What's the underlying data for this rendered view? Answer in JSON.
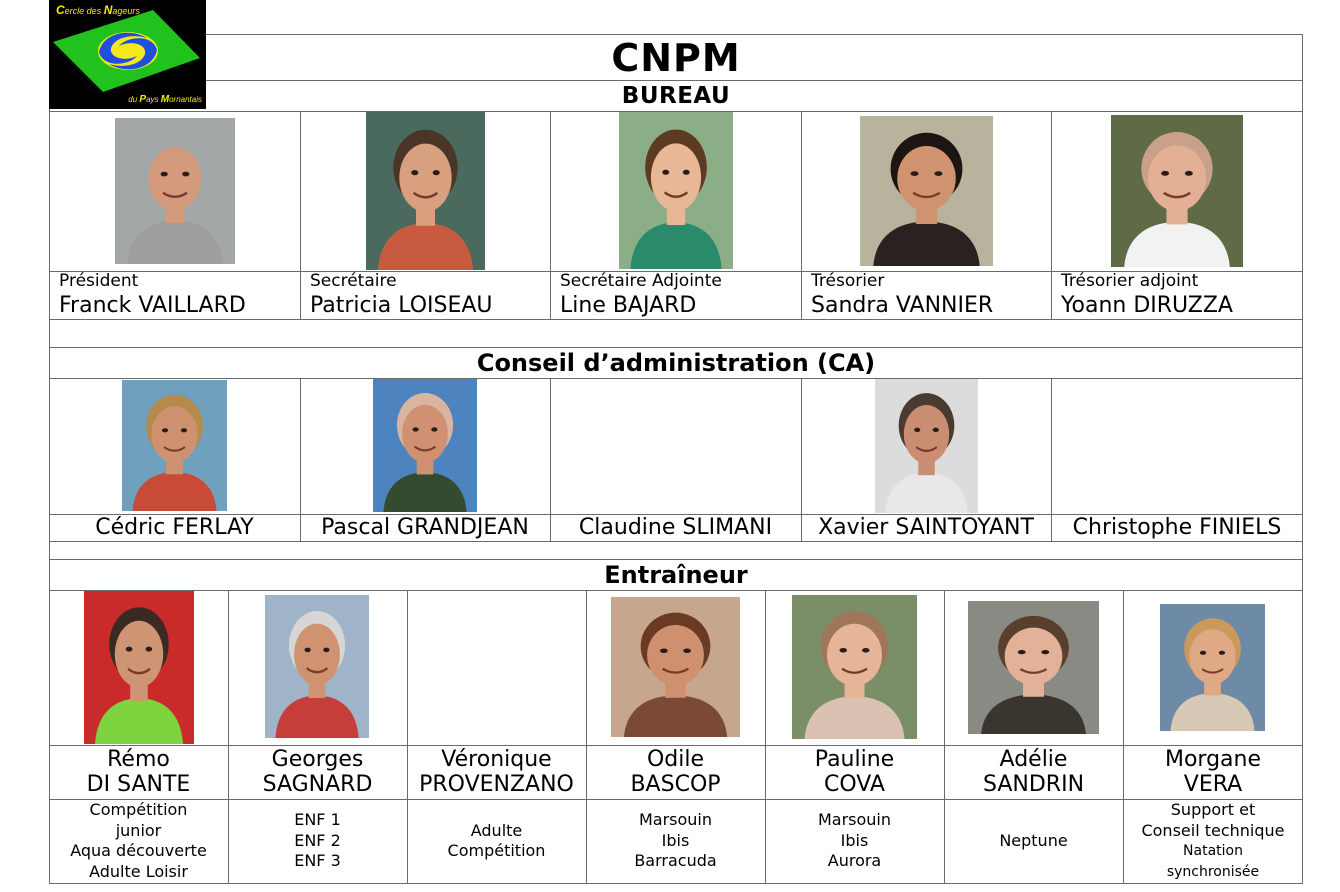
{
  "logo": {
    "top_text_parts": [
      {
        "t": "C",
        "big": true
      },
      {
        "t": "ercle des ",
        "big": false
      },
      {
        "t": "N",
        "big": true
      },
      {
        "t": "ageurs",
        "big": false
      }
    ],
    "bottom_text_parts": [
      {
        "t": "du ",
        "big": false
      },
      {
        "t": "P",
        "big": true
      },
      {
        "t": "ays ",
        "big": false
      },
      {
        "t": "M",
        "big": true
      },
      {
        "t": "ornantais",
        "big": false
      }
    ],
    "colors": {
      "bg": "#000000",
      "diamond": "#22c21e",
      "swirl_blue": "#1f4fe0",
      "swirl_yellow": "#f3e81a",
      "text": "#f3e81a"
    }
  },
  "header": {
    "title": "CNPM",
    "subtitle": "BUREAU"
  },
  "bureau": {
    "members": [
      {
        "role": "Président",
        "name": "Franck VAILLARD",
        "photo": {
          "bg": "#a4a7a8",
          "skin": "#d39a7c",
          "hair": "#a4a7a8",
          "shirt": "#9e9e9e"
        }
      },
      {
        "role": "Secrétaire",
        "name": "Patricia LOISEAU",
        "photo": {
          "bg": "#4a6a5e",
          "skin": "#d8a07f",
          "hair": "#4a3526",
          "shirt": "#c85b3f"
        }
      },
      {
        "role": "Secrétaire Adjointe",
        "name": "Line BAJARD",
        "photo": {
          "bg": "#8cae86",
          "skin": "#e8b795",
          "hair": "#5c3b22",
          "shirt": "#2c8a6c"
        }
      },
      {
        "role": "Trésorier",
        "name": "Sandra VANNIER",
        "photo": {
          "bg": "#b7b39c",
          "skin": "#cf946f",
          "hair": "#1c1511",
          "shirt": "#2a2220"
        }
      },
      {
        "role": "Trésorier adjoint",
        "name": "Yoann DIRUZZA",
        "photo": {
          "bg": "#5f6a46",
          "skin": "#e3b096",
          "hair": "#c9a18a",
          "shirt": "#f2f2f2"
        }
      }
    ]
  },
  "ca": {
    "title": "Conseil d’administration (CA)",
    "members": [
      {
        "name": "Cédric FERLAY",
        "has_photo": true,
        "photo": {
          "bg": "#6fa0be",
          "skin": "#cf9271",
          "hair": "#b58a4a",
          "shirt": "#c84a37"
        }
      },
      {
        "name": "Pascal GRANDJEAN",
        "has_photo": true,
        "photo": {
          "bg": "#4d84c0",
          "skin": "#cf9171",
          "hair": "#d9b49f",
          "shirt": "#344b2f"
        }
      },
      {
        "name": "Claudine SLIMANI",
        "has_photo": false
      },
      {
        "name": "Xavier SAINTOYANT",
        "has_photo": true,
        "photo": {
          "bg": "#dcdcdc",
          "skin": "#c98e72",
          "hair": "#4a3a30",
          "shirt": "#e8e8e8"
        }
      },
      {
        "name": "Christophe FINIELS",
        "has_photo": false
      }
    ]
  },
  "coaches": {
    "title": "Entraîneur",
    "members": [
      {
        "first": "Rémo",
        "last": "DI SANTE",
        "has_photo": true,
        "photo": {
          "bg": "#c92a2a",
          "skin": "#cf9473",
          "hair": "#3a2a22",
          "shirt": "#7ed43f"
        },
        "groups": [
          {
            "t": "Compétition",
            "small": false
          },
          {
            "t": "junior",
            "small": false
          },
          {
            "t": "Aqua découverte",
            "small": false
          },
          {
            "t": "Adulte Loisir",
            "small": false
          }
        ]
      },
      {
        "first": "Georges",
        "last": "SAGNARD",
        "has_photo": true,
        "photo": {
          "bg": "#9fb4c8",
          "skin": "#cf9372",
          "hair": "#d6d6d6",
          "shirt": "#c63e3a"
        },
        "groups": [
          {
            "t": "ENF 1",
            "small": false
          },
          {
            "t": "ENF 2",
            "small": false
          },
          {
            "t": "ENF 3",
            "small": false
          }
        ]
      },
      {
        "first": "Véronique",
        "last": "PROVENZANO",
        "has_photo": false,
        "groups": [
          {
            "t": "Adulte",
            "small": false
          },
          {
            "t": "Compétition",
            "small": false
          }
        ]
      },
      {
        "first": "Odile",
        "last": "BASCOP",
        "has_photo": true,
        "photo": {
          "bg": "#c7a68e",
          "skin": "#cf9070",
          "hair": "#6a3a22",
          "shirt": "#7b4a36"
        },
        "groups": [
          {
            "t": "Marsouin",
            "small": false
          },
          {
            "t": "Ibis",
            "small": false
          },
          {
            "t": "Barracuda",
            "small": false
          }
        ]
      },
      {
        "first": "Pauline",
        "last": "COVA",
        "has_photo": true,
        "photo": {
          "bg": "#7a8f68",
          "skin": "#e6b597",
          "hair": "#a0765a",
          "shirt": "#d9c2b2"
        },
        "groups": [
          {
            "t": "Marsouin",
            "small": false
          },
          {
            "t": "Ibis",
            "small": false
          },
          {
            "t": "Aurora",
            "small": false
          }
        ]
      },
      {
        "first": "Adélie",
        "last": "SANDRIN",
        "has_photo": true,
        "photo": {
          "bg": "#8a8a84",
          "skin": "#e2b198",
          "hair": "#5a3e2e",
          "shirt": "#3b3530"
        },
        "groups": [
          {
            "t": "Neptune",
            "small": false
          }
        ]
      },
      {
        "first": "Morgane",
        "last": "VERA",
        "has_photo": true,
        "photo": {
          "bg": "#6d8aa6",
          "skin": "#dfa986",
          "hair": "#c99a5a",
          "shirt": "#d8c8b6"
        },
        "groups": [
          {
            "t": "Support et",
            "small": false
          },
          {
            "t": "Conseil technique",
            "small": false
          },
          {
            "t": "Natation",
            "small": true
          },
          {
            "t": "synchronisée",
            "small": true
          }
        ]
      }
    ]
  }
}
